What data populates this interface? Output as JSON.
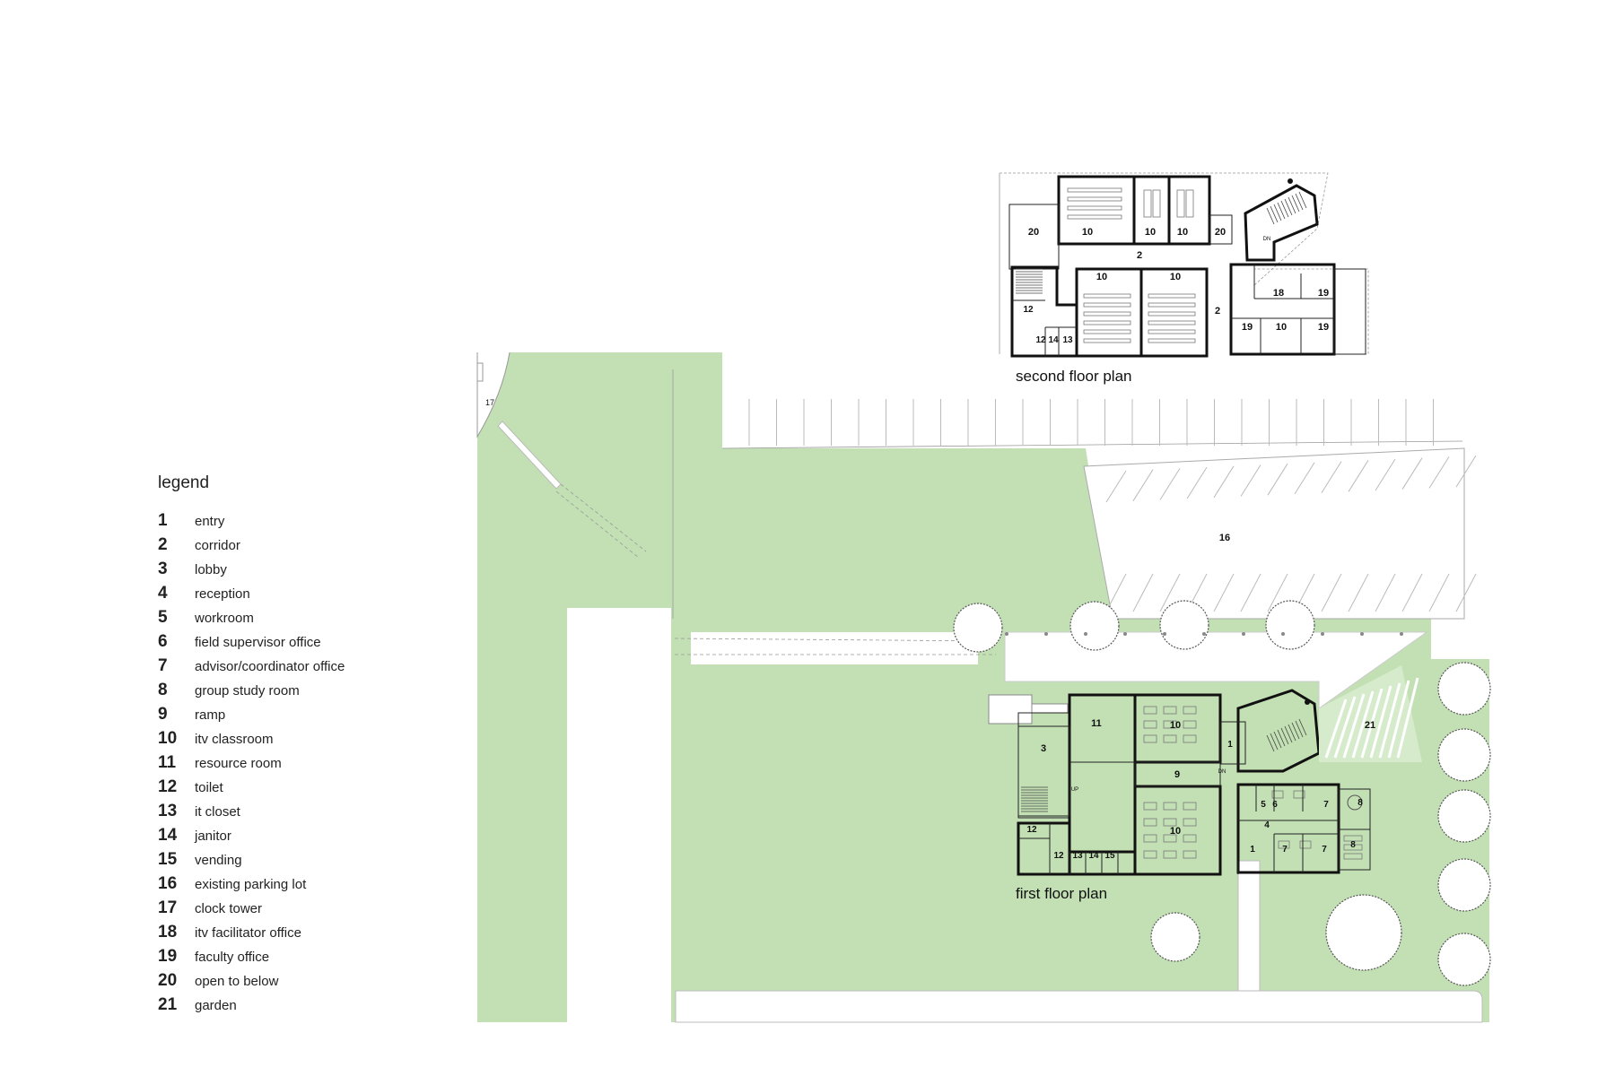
{
  "legend": {
    "title": "legend",
    "items": [
      {
        "num": "1",
        "label": "entry"
      },
      {
        "num": "2",
        "label": "corridor"
      },
      {
        "num": "3",
        "label": "lobby"
      },
      {
        "num": "4",
        "label": "reception"
      },
      {
        "num": "5",
        "label": "workroom"
      },
      {
        "num": "6",
        "label": "field supervisor office"
      },
      {
        "num": "7",
        "label": "advisor/coordinator office"
      },
      {
        "num": "8",
        "label": "group study room"
      },
      {
        "num": "9",
        "label": "ramp"
      },
      {
        "num": "10",
        "label": "itv classroom"
      },
      {
        "num": "11",
        "label": "resource room"
      },
      {
        "num": "12",
        "label": "toilet"
      },
      {
        "num": "13",
        "label": "it closet"
      },
      {
        "num": "14",
        "label": "janitor"
      },
      {
        "num": "15",
        "label": "vending"
      },
      {
        "num": "16",
        "label": "existing parking lot"
      },
      {
        "num": "17",
        "label": "clock tower"
      },
      {
        "num": "18",
        "label": "itv facilitator office"
      },
      {
        "num": "19",
        "label": "faculty office"
      },
      {
        "num": "20",
        "label": "open to below"
      },
      {
        "num": "21",
        "label": "garden"
      }
    ]
  },
  "second_floor": {
    "caption": "second floor plan",
    "rooms": {
      "r20a": "20",
      "r10a": "10",
      "r10b": "10",
      "r10c": "10",
      "r20b": "20",
      "r2a": "2",
      "r10d": "10",
      "r10e": "10",
      "r2b": "2",
      "r18": "18",
      "r19a": "19",
      "r19b": "19",
      "r10f": "10",
      "r19c": "19",
      "r12a": "12",
      "r12b": "12",
      "r14": "14",
      "r13": "13"
    },
    "stair_note": "DN"
  },
  "first_floor": {
    "caption": "first floor plan",
    "rooms": {
      "r11": "11",
      "r10a": "10",
      "r3": "3",
      "r1a": "1",
      "r9": "9",
      "r21": "21",
      "r5": "5",
      "r6": "6",
      "r7a": "7",
      "r4": "4",
      "r8": "8",
      "r10b": "10",
      "r12a": "12",
      "r12b": "12",
      "r13": "13",
      "r14": "14",
      "r15": "15",
      "r1b": "1",
      "r7b": "7",
      "r7c": "7",
      "r8b": "8"
    },
    "stair_up": "UP",
    "stair_dn": "DN"
  },
  "site": {
    "parking_label": "16",
    "clock_tower_label": "17"
  },
  "colors": {
    "lawn": "#c2e0b4",
    "wall": "#111111"
  }
}
